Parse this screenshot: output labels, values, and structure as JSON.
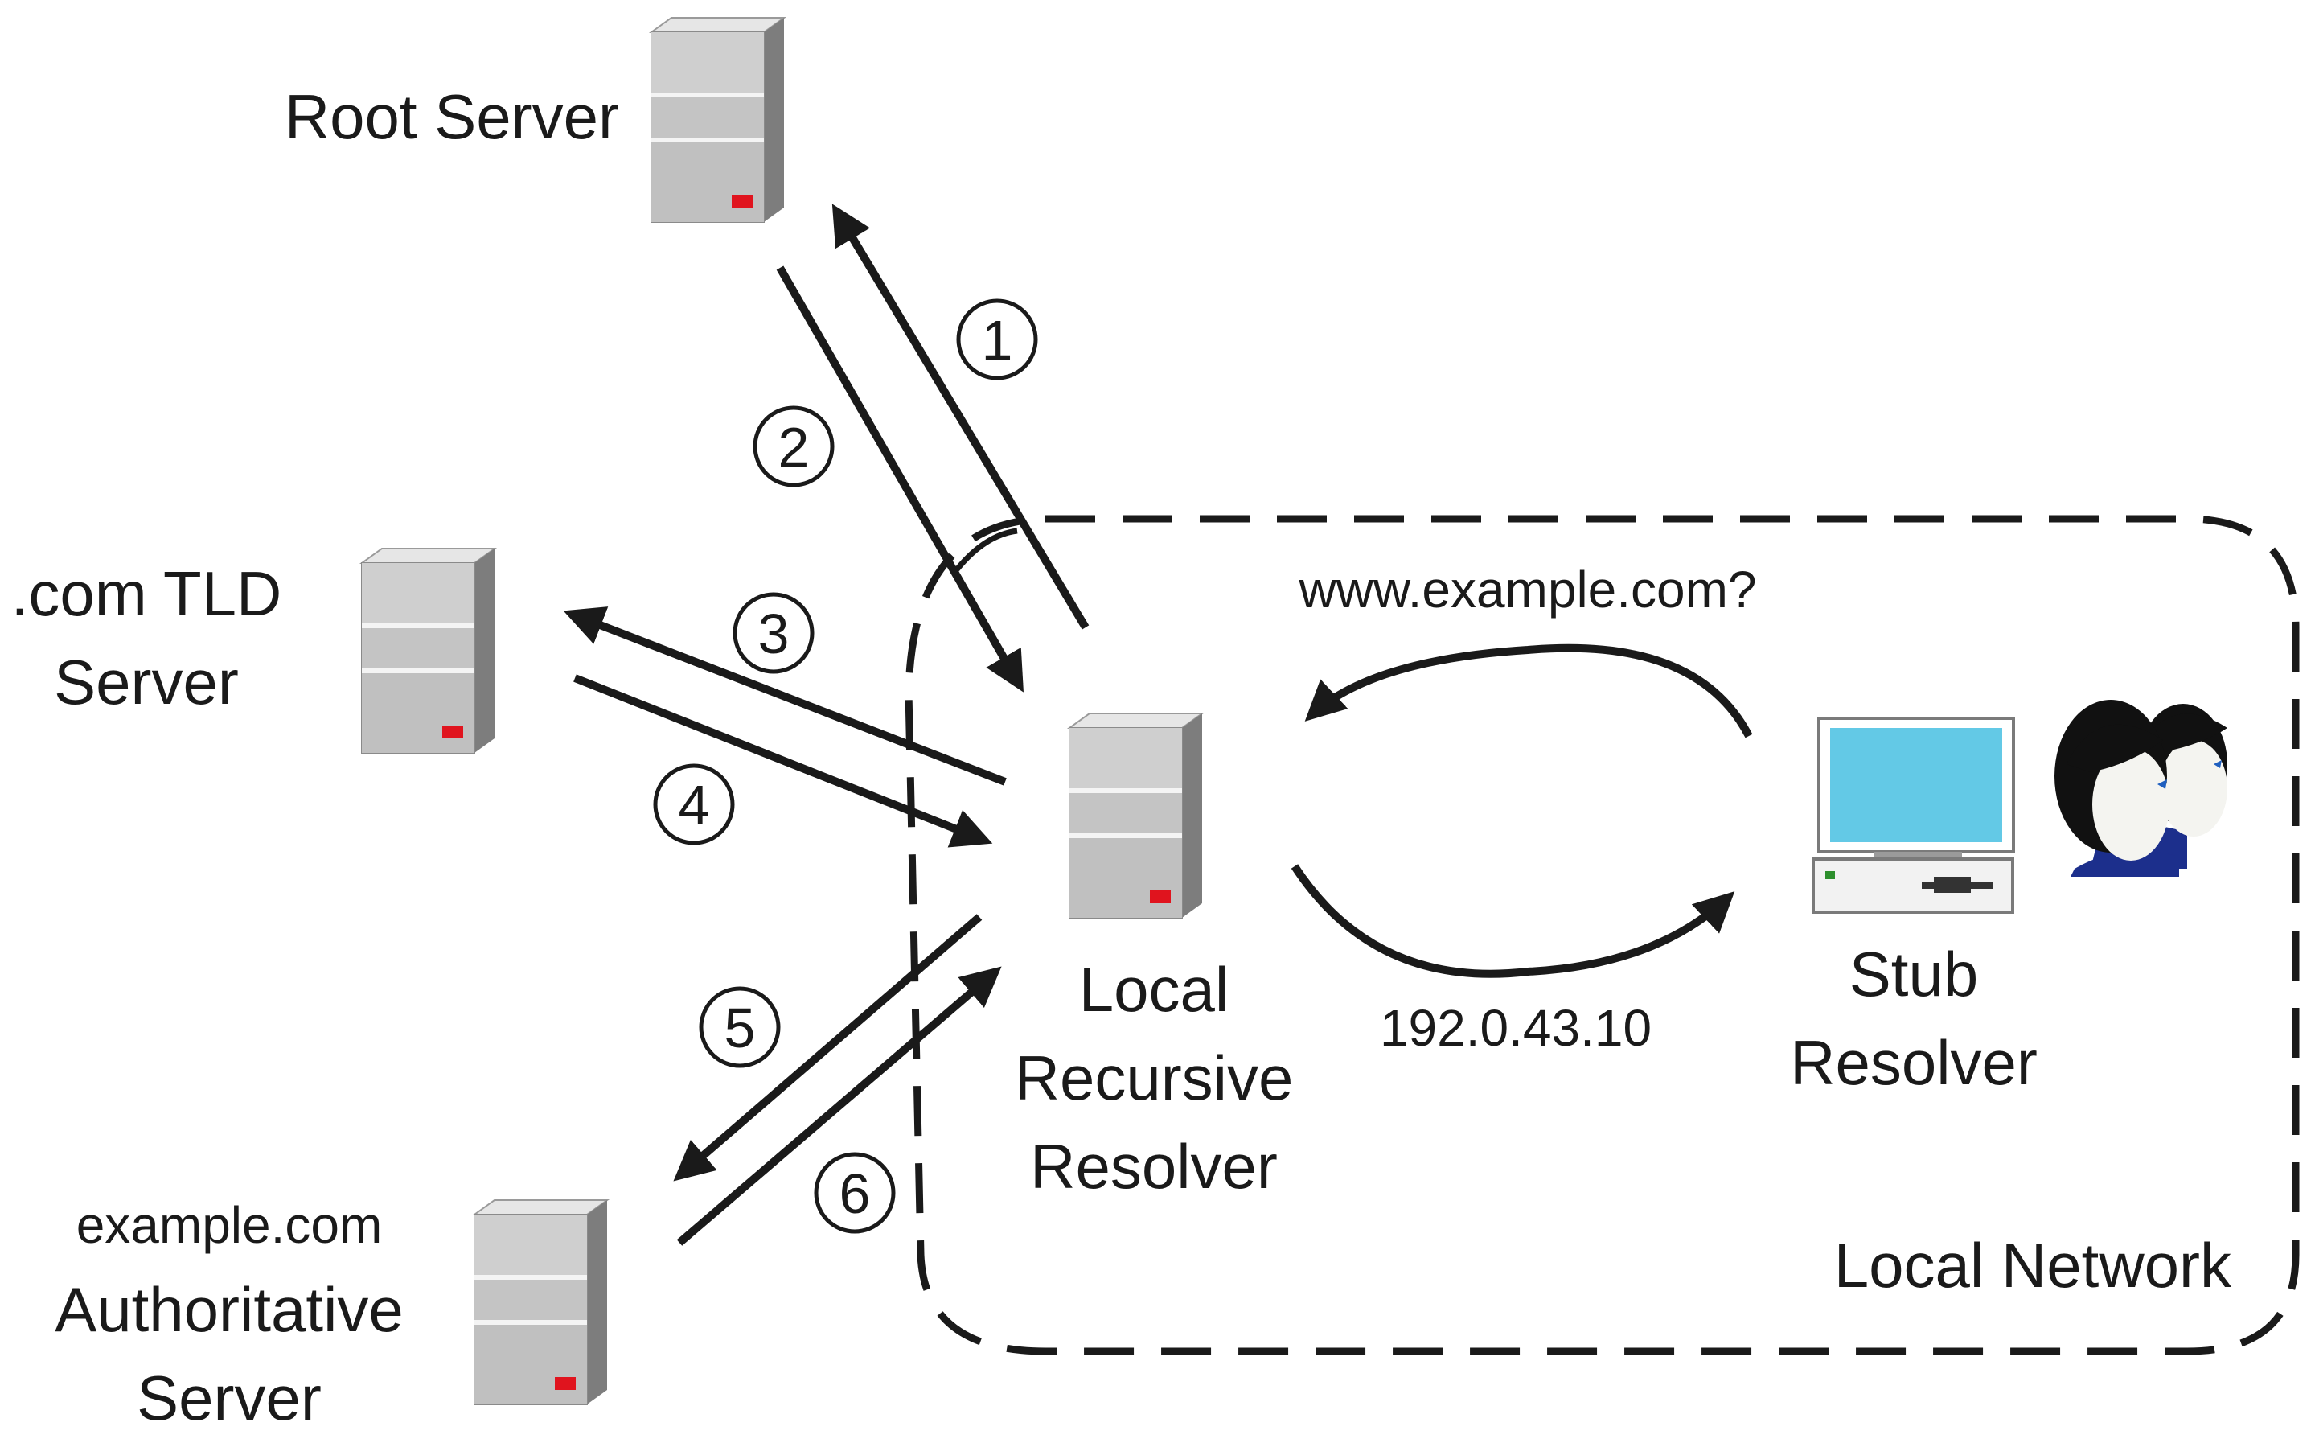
{
  "nodes": {
    "root": {
      "label": "Root Server"
    },
    "tld": {
      "label_line1": ".com TLD",
      "label_line2": "Server"
    },
    "authoritative": {
      "label_line1": "example.com",
      "label_line2": "Authoritative",
      "label_line3": "Server"
    },
    "local_resolver": {
      "label_line1": "Local",
      "label_line2": "Recursive",
      "label_line3": "Resolver"
    },
    "stub_resolver": {
      "label_line1": "Stub",
      "label_line2": "Resolver"
    }
  },
  "local_network": {
    "label": "Local Network"
  },
  "query": {
    "text": "www.example.com?"
  },
  "answer": {
    "text": "192.0.43.10"
  },
  "steps": [
    "1",
    "2",
    "3",
    "4",
    "5",
    "6"
  ],
  "colors": {
    "line": "#1a1a1a",
    "server_face": "#c8c8c8",
    "server_side": "#7d7d7d",
    "server_top": "#e6e6e6",
    "indicator": "#e0141e",
    "screen": "#63c9e6",
    "shirt": "#1c2f8c",
    "hair": "#111111",
    "skin": "#f4f4f0"
  }
}
